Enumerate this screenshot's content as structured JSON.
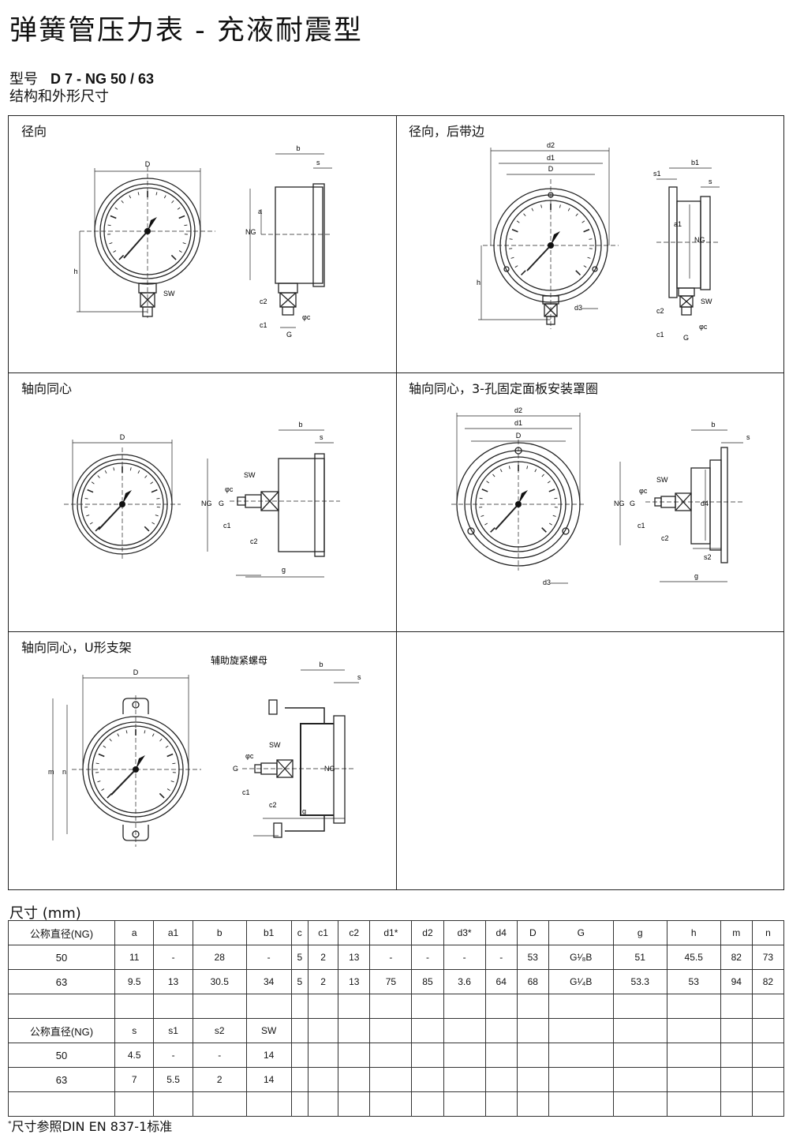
{
  "header": {
    "title": "弹簧管压力表 - 充液耐震型",
    "model_label": "型号",
    "model_value": "D 7 - NG 50 / 63",
    "subtitle": "结构和外形尺寸"
  },
  "panels": [
    {
      "label": "径向"
    },
    {
      "label": "径向，后带边"
    },
    {
      "label": "轴向同心"
    },
    {
      "label": "轴向同心，3-孔固定面板安装罩圈"
    },
    {
      "label": "轴向同心，U形支架"
    }
  ],
  "drawing_labels": {
    "D": "D",
    "d1": "d1",
    "d2": "d2",
    "d3": "d3",
    "d4": "d4",
    "b": "b",
    "b1": "b1",
    "s": "s",
    "s1": "s1",
    "s2": "s2",
    "a": "a",
    "a1": "a1",
    "h": "h",
    "m": "m",
    "n": "n",
    "NG": "NG",
    "SW": "SW",
    "G": "G",
    "g": "g",
    "c1": "c1",
    "c2": "c2",
    "phic": "φc",
    "aux_nut": "辅助旋紧螺母"
  },
  "dimensions": {
    "title": "尺寸 (mm)",
    "table1": {
      "headers": [
        "公称直径(NG)",
        "a",
        "a1",
        "b",
        "b1",
        "c",
        "c1",
        "c2",
        "d1*",
        "d2",
        "d3*",
        "d4",
        "D",
        "G",
        "g",
        "h",
        "m",
        "n"
      ],
      "rows": [
        [
          "50",
          "11",
          "-",
          "28",
          "-",
          "5",
          "2",
          "13",
          "-",
          "-",
          "-",
          "-",
          "53",
          "G¹⁄₈B",
          "51",
          "45.5",
          "82",
          "73"
        ],
        [
          "63",
          "9.5",
          "13",
          "30.5",
          "34",
          "5",
          "2",
          "13",
          "75",
          "85",
          "3.6",
          "64",
          "68",
          "G¹⁄₄B",
          "53.3",
          "53",
          "94",
          "82"
        ]
      ]
    },
    "table2": {
      "headers": [
        "公称直径(NG)",
        "s",
        "s1",
        "s2",
        "SW"
      ],
      "rows": [
        [
          "50",
          "4.5",
          "-",
          "-",
          "14"
        ],
        [
          "63",
          "7",
          "5.5",
          "2",
          "14"
        ]
      ]
    }
  },
  "footnote": "尺寸参照DIN EN 837-1标准",
  "footnote_mark": "*"
}
